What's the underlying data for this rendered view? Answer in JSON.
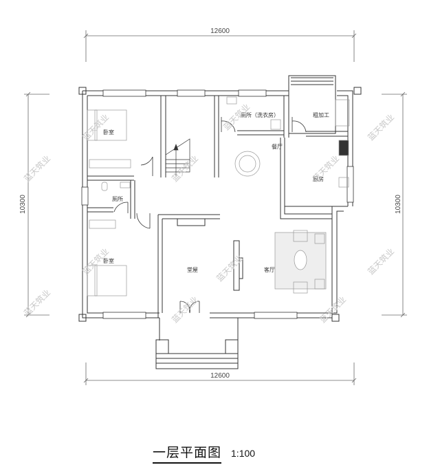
{
  "drawing": {
    "title": "一层平面图",
    "scale": "1:100"
  },
  "dimensions": {
    "top_width": "12600",
    "bottom_width": "12600",
    "left_height": "10300",
    "right_height": "10300"
  },
  "rooms": {
    "bedroom_top": "卧室",
    "bedroom_bottom": "卧室",
    "toilet_left": "厕所",
    "toilet_laundry": "厕所（洗衣房）",
    "rough_processing": "粗加工",
    "dining": "餐厅",
    "kitchen": "厨房",
    "hall": "堂屋",
    "living": "客厅"
  },
  "watermark": {
    "text": "蓝天筑业"
  },
  "colors": {
    "line": "#333333",
    "furniture": "#999999",
    "watermark": "#c8c8c8",
    "dimension": "#666666"
  }
}
